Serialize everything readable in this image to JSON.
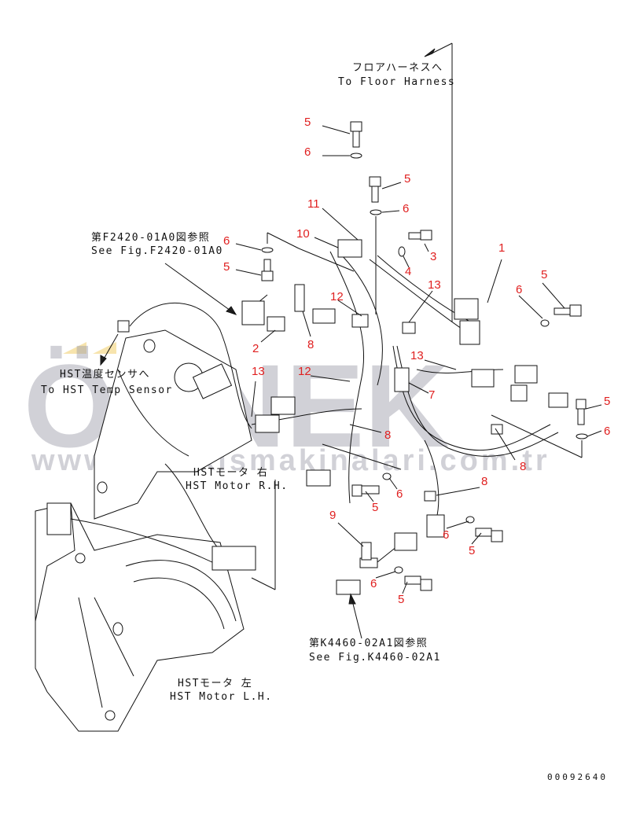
{
  "annotations": {
    "floor_harness_jp": "フロアハーネスへ",
    "floor_harness_en": "To Floor Harness",
    "ref1_jp": "第F2420-01A0図参照",
    "ref1_en": "See Fig.F2420-01A0",
    "temp_sensor_jp": "HST温度センサへ",
    "temp_sensor_en": "To HST Temp Sensor",
    "motor_rh_jp": "HSTモータ 右",
    "motor_rh_en": "HST Motor R.H.",
    "ref2_jp": "第K4460-02A1図参照",
    "ref2_en": "See Fig.K4460-02A1",
    "motor_lh_jp": "HSTモータ 左",
    "motor_lh_en": "HST Motor L.H."
  },
  "callouts": [
    "5",
    "6",
    "5",
    "6",
    "11",
    "10",
    "6",
    "5",
    "3",
    "4",
    "1",
    "13",
    "5",
    "6",
    "12",
    "2",
    "8",
    "13",
    "13",
    "12",
    "7",
    "5",
    "6",
    "8",
    "8",
    "8",
    "5",
    "6",
    "9",
    "6",
    "5",
    "6",
    "5"
  ],
  "drawing_number": "00092640",
  "watermark": {
    "brand": "ÖRNEK",
    "url": "www.ornekismakinalari.com.tr"
  },
  "colors": {
    "callout": "#e02020",
    "line": "#111111",
    "watermark": "#9a9aa8"
  }
}
